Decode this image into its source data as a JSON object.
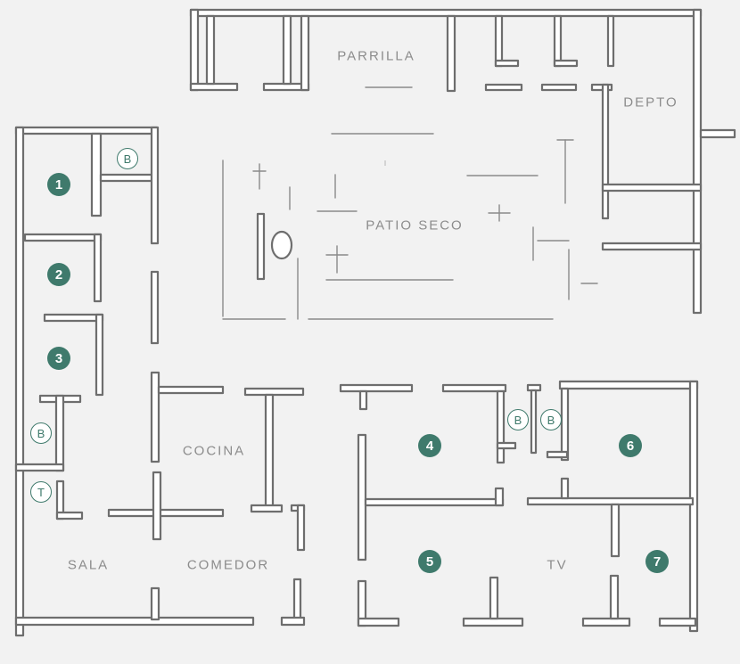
{
  "rooms": {
    "parrilla": "PARRILLA",
    "depto": "DEPTO",
    "patio": "PATIO SECO",
    "cocina": "COCINA",
    "sala": "SALA",
    "comedor": "COMEDOR",
    "tv": "TV"
  },
  "bedrooms": {
    "b1": "1",
    "b2": "2",
    "b3": "3",
    "b4": "4",
    "b5": "5",
    "b6": "6",
    "b7": "7"
  },
  "fixtures": {
    "bath_top": "B",
    "bath_left": "B",
    "terrace": "T",
    "bath_center_left": "B",
    "bath_center_right": "B"
  },
  "colors": {
    "accent": "#3f7a6c",
    "wall_stroke": "#6e6e6e",
    "background": "#f2f2f2"
  }
}
